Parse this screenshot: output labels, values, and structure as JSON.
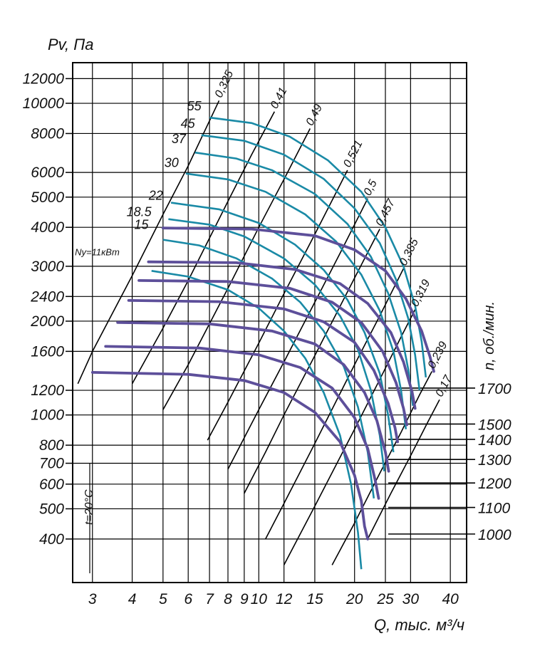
{
  "chart_data": {
    "type": "line",
    "title": "",
    "xlabel": "Q, тыс. м³/ч",
    "ylabel": "Pv, Па",
    "y2label": "n, об./мин.",
    "x_scale": "log",
    "y_scale": "log",
    "xlim": [
      2.6,
      45
    ],
    "ylim": [
      290,
      13500
    ],
    "x_ticks": [
      3,
      4,
      5,
      6,
      7,
      8,
      9,
      10,
      12,
      15,
      20,
      25,
      30,
      40
    ],
    "x_tick_labels": [
      "3",
      "4",
      "5",
      "6",
      "7",
      "8",
      "9",
      "10",
      "12",
      "15",
      "20",
      "25",
      "30",
      "40"
    ],
    "y_ticks": [
      400,
      500,
      600,
      700,
      800,
      1000,
      1200,
      1600,
      2000,
      2400,
      3000,
      4000,
      5000,
      6000,
      8000,
      10000,
      12000
    ],
    "y_tick_labels": [
      "400",
      "500",
      "600",
      "700",
      "800",
      "1000",
      "1200",
      "1600",
      "2000",
      "2400",
      "3000",
      "4000",
      "5000",
      "6000",
      "8000",
      "10000",
      "12000"
    ],
    "grid": true,
    "annotation_temperature": "t=20°C",
    "speed_labels": [
      "1000",
      "1100",
      "1200",
      "1300",
      "1400",
      "1500",
      "1700"
    ],
    "speed_label_y": [
      415,
      505,
      605,
      720,
      835,
      935,
      1220
    ],
    "efficiency_labels": [
      "0,17",
      "0,239",
      "0,319",
      "0,385",
      "0,457",
      "0,5",
      "0,521",
      "0,49",
      "0,41",
      "0,325"
    ],
    "power_labels": [
      "Ny=11кВт",
      "15",
      "18.5",
      "22",
      "30",
      "37",
      "45",
      "55"
    ],
    "power_label_pos": [
      [
        3.65,
        3250
      ],
      [
        4.5,
        3950
      ],
      [
        4.6,
        4350
      ],
      [
        5.0,
        4900
      ],
      [
        5.6,
        6250
      ],
      [
        5.9,
        7450
      ],
      [
        6.3,
        8350
      ],
      [
        6.6,
        9500
      ]
    ],
    "speed_curves": [
      {
        "name": "1000",
        "values": [
          [
            3.0,
            1370
          ],
          [
            6.0,
            1350
          ],
          [
            9.0,
            1290
          ],
          [
            12.0,
            1180
          ],
          [
            15.0,
            1020
          ],
          [
            18.0,
            820
          ],
          [
            20.0,
            640
          ],
          [
            21.0,
            530
          ],
          [
            21.5,
            440
          ],
          [
            22.0,
            400
          ]
        ]
      },
      {
        "name": "1100",
        "values": [
          [
            3.3,
            1660
          ],
          [
            6.5,
            1640
          ],
          [
            10.0,
            1560
          ],
          [
            13.5,
            1420
          ],
          [
            17.0,
            1220
          ],
          [
            20.0,
            980
          ],
          [
            22.0,
            780
          ],
          [
            23.2,
            620
          ],
          [
            23.8,
            540
          ]
        ]
      },
      {
        "name": "1200",
        "values": [
          [
            3.6,
            1980
          ],
          [
            7.0,
            1960
          ],
          [
            11.0,
            1860
          ],
          [
            15.0,
            1690
          ],
          [
            18.5,
            1450
          ],
          [
            21.5,
            1180
          ],
          [
            23.5,
            960
          ],
          [
            25.0,
            760
          ],
          [
            25.6,
            660
          ]
        ]
      },
      {
        "name": "1300",
        "values": [
          [
            3.9,
            2330
          ],
          [
            7.5,
            2310
          ],
          [
            12.0,
            2190
          ],
          [
            16.0,
            1990
          ],
          [
            20.0,
            1710
          ],
          [
            23.0,
            1390
          ],
          [
            25.5,
            1090
          ],
          [
            26.8,
            910
          ],
          [
            27.3,
            820
          ]
        ]
      },
      {
        "name": "1400",
        "values": [
          [
            4.2,
            2700
          ],
          [
            8.0,
            2680
          ],
          [
            12.5,
            2550
          ],
          [
            17.0,
            2300
          ],
          [
            21.0,
            1980
          ],
          [
            24.5,
            1600
          ],
          [
            27.0,
            1270
          ],
          [
            28.5,
            1050
          ],
          [
            29.2,
            930
          ]
        ]
      },
      {
        "name": "1500",
        "values": [
          [
            4.5,
            3100
          ],
          [
            8.5,
            3080
          ],
          [
            13.0,
            2930
          ],
          [
            18.0,
            2640
          ],
          [
            22.0,
            2280
          ],
          [
            26.0,
            1840
          ],
          [
            28.5,
            1480
          ],
          [
            30.3,
            1190
          ],
          [
            31.0,
            1050
          ]
        ]
      },
      {
        "name": "1700",
        "values": [
          [
            5.0,
            3980
          ],
          [
            9.5,
            3950
          ],
          [
            15.0,
            3760
          ],
          [
            20.0,
            3390
          ],
          [
            25.0,
            2900
          ],
          [
            29.0,
            2360
          ],
          [
            32.5,
            1860
          ],
          [
            34.5,
            1540
          ],
          [
            35.5,
            1380
          ]
        ]
      }
    ],
    "power_curves": [
      {
        "name": "11",
        "values": [
          [
            4.6,
            2900
          ],
          [
            6.0,
            2780
          ],
          [
            8.0,
            2520
          ],
          [
            10.0,
            2200
          ],
          [
            12.0,
            1860
          ],
          [
            14.0,
            1520
          ],
          [
            16.0,
            1180
          ],
          [
            18.0,
            860
          ],
          [
            19.5,
            600
          ],
          [
            20.5,
            420
          ],
          [
            21.0,
            320
          ]
        ]
      },
      {
        "name": "15",
        "values": [
          [
            5.0,
            3650
          ],
          [
            6.5,
            3500
          ],
          [
            8.5,
            3180
          ],
          [
            11.0,
            2740
          ],
          [
            13.5,
            2300
          ],
          [
            16.0,
            1860
          ],
          [
            18.5,
            1430
          ],
          [
            20.5,
            1060
          ],
          [
            22.0,
            760
          ],
          [
            23.0,
            540
          ]
        ]
      },
      {
        "name": "18.5",
        "values": [
          [
            5.2,
            4250
          ],
          [
            7.0,
            4080
          ],
          [
            9.0,
            3740
          ],
          [
            12.0,
            3180
          ],
          [
            15.0,
            2620
          ],
          [
            18.0,
            2080
          ],
          [
            20.5,
            1620
          ],
          [
            22.5,
            1200
          ],
          [
            24.0,
            860
          ],
          [
            24.8,
            660
          ]
        ]
      },
      {
        "name": "22",
        "values": [
          [
            5.3,
            4800
          ],
          [
            7.5,
            4570
          ],
          [
            10.0,
            4130
          ],
          [
            13.0,
            3520
          ],
          [
            16.0,
            2920
          ],
          [
            19.0,
            2340
          ],
          [
            21.5,
            1840
          ],
          [
            24.0,
            1360
          ],
          [
            25.5,
            1000
          ],
          [
            26.5,
            760
          ]
        ]
      },
      {
        "name": "30",
        "values": [
          [
            5.9,
            5950
          ],
          [
            8.0,
            5700
          ],
          [
            10.5,
            5200
          ],
          [
            14.0,
            4400
          ],
          [
            17.5,
            3600
          ],
          [
            21.0,
            2820
          ],
          [
            24.0,
            2160
          ],
          [
            26.5,
            1600
          ],
          [
            28.0,
            1200
          ],
          [
            29.0,
            900
          ]
        ]
      },
      {
        "name": "37",
        "values": [
          [
            6.3,
            6950
          ],
          [
            8.5,
            6650
          ],
          [
            11.0,
            6100
          ],
          [
            15.0,
            5120
          ],
          [
            19.0,
            4100
          ],
          [
            22.5,
            3220
          ],
          [
            25.5,
            2460
          ],
          [
            28.0,
            1840
          ],
          [
            29.5,
            1400
          ],
          [
            30.5,
            1070
          ]
        ]
      },
      {
        "name": "45",
        "values": [
          [
            6.6,
            7900
          ],
          [
            9.0,
            7580
          ],
          [
            12.0,
            6840
          ],
          [
            16.0,
            5720
          ],
          [
            20.0,
            4600
          ],
          [
            24.0,
            3560
          ],
          [
            27.0,
            2720
          ],
          [
            29.5,
            2040
          ],
          [
            31.0,
            1560
          ],
          [
            32.0,
            1200
          ]
        ]
      },
      {
        "name": "55",
        "values": [
          [
            7.0,
            9000
          ],
          [
            9.5,
            8640
          ],
          [
            12.5,
            7820
          ],
          [
            16.5,
            6560
          ],
          [
            21.0,
            5200
          ],
          [
            25.0,
            4000
          ],
          [
            28.5,
            3000
          ],
          [
            31.0,
            2240
          ],
          [
            32.5,
            1720
          ],
          [
            33.5,
            1320
          ]
        ]
      }
    ],
    "efficiency_lines": [
      {
        "name": "0,325",
        "values": [
          [
            2.7,
            1260
          ],
          [
            3.0,
            1600
          ],
          [
            4.0,
            2800
          ],
          [
            5.0,
            4400
          ],
          [
            6.0,
            6300
          ],
          [
            7.5,
            10200
          ]
        ]
      },
      {
        "name": "0,41",
        "values": [
          [
            4.0,
            1260
          ],
          [
            5.0,
            1900
          ],
          [
            6.0,
            2700
          ],
          [
            8.0,
            4850
          ],
          [
            9.5,
            6850
          ],
          [
            11.2,
            9400
          ]
        ]
      },
      {
        "name": "0,49",
        "values": [
          [
            5.0,
            1040
          ],
          [
            6.0,
            1450
          ],
          [
            8.0,
            2550
          ],
          [
            10.0,
            4000
          ],
          [
            12.0,
            5700
          ],
          [
            14.5,
            8300
          ]
        ]
      },
      {
        "name": "0,521",
        "values": [
          [
            6.9,
            830
          ],
          [
            8.0,
            1100
          ],
          [
            10.0,
            1700
          ],
          [
            12.0,
            2450
          ],
          [
            15.0,
            3800
          ],
          [
            19.0,
            6100
          ]
        ]
      },
      {
        "name": "0,5",
        "values": [
          [
            8.0,
            670
          ],
          [
            10.0,
            1040
          ],
          [
            12.0,
            1480
          ],
          [
            15.0,
            2300
          ],
          [
            18.0,
            3300
          ],
          [
            22.0,
            4950
          ]
        ]
      },
      {
        "name": "0,457",
        "values": [
          [
            9.0,
            560
          ],
          [
            10.5,
            760
          ],
          [
            12.0,
            1000
          ],
          [
            15.0,
            1550
          ],
          [
            20.0,
            2750
          ],
          [
            24.0,
            3950
          ]
        ]
      },
      {
        "name": "0,385",
        "values": [
          [
            10.5,
            400
          ],
          [
            12.0,
            520
          ],
          [
            15.0,
            810
          ],
          [
            20.0,
            1450
          ],
          [
            24.0,
            2080
          ],
          [
            28.5,
            2950
          ]
        ]
      },
      {
        "name": "0,319",
        "values": [
          [
            12.0,
            330
          ],
          [
            15.0,
            510
          ],
          [
            20.0,
            900
          ],
          [
            24.0,
            1300
          ],
          [
            28.0,
            1780
          ],
          [
            31.0,
            2180
          ]
        ]
      },
      {
        "name": "0,239",
        "values": [
          [
            17.0,
            330
          ],
          [
            20.0,
            450
          ],
          [
            24.0,
            650
          ],
          [
            28.0,
            880
          ],
          [
            32.0,
            1160
          ],
          [
            35.0,
            1380
          ]
        ]
      },
      {
        "name": "0,17",
        "values": [
          [
            22.0,
            400
          ],
          [
            26.0,
            560
          ],
          [
            30.0,
            740
          ],
          [
            34.0,
            950
          ],
          [
            37.0,
            1120
          ]
        ]
      }
    ],
    "colors": {
      "speed": "#5d4f9a",
      "power": "#1a8aa6",
      "grid": "#000000"
    }
  }
}
